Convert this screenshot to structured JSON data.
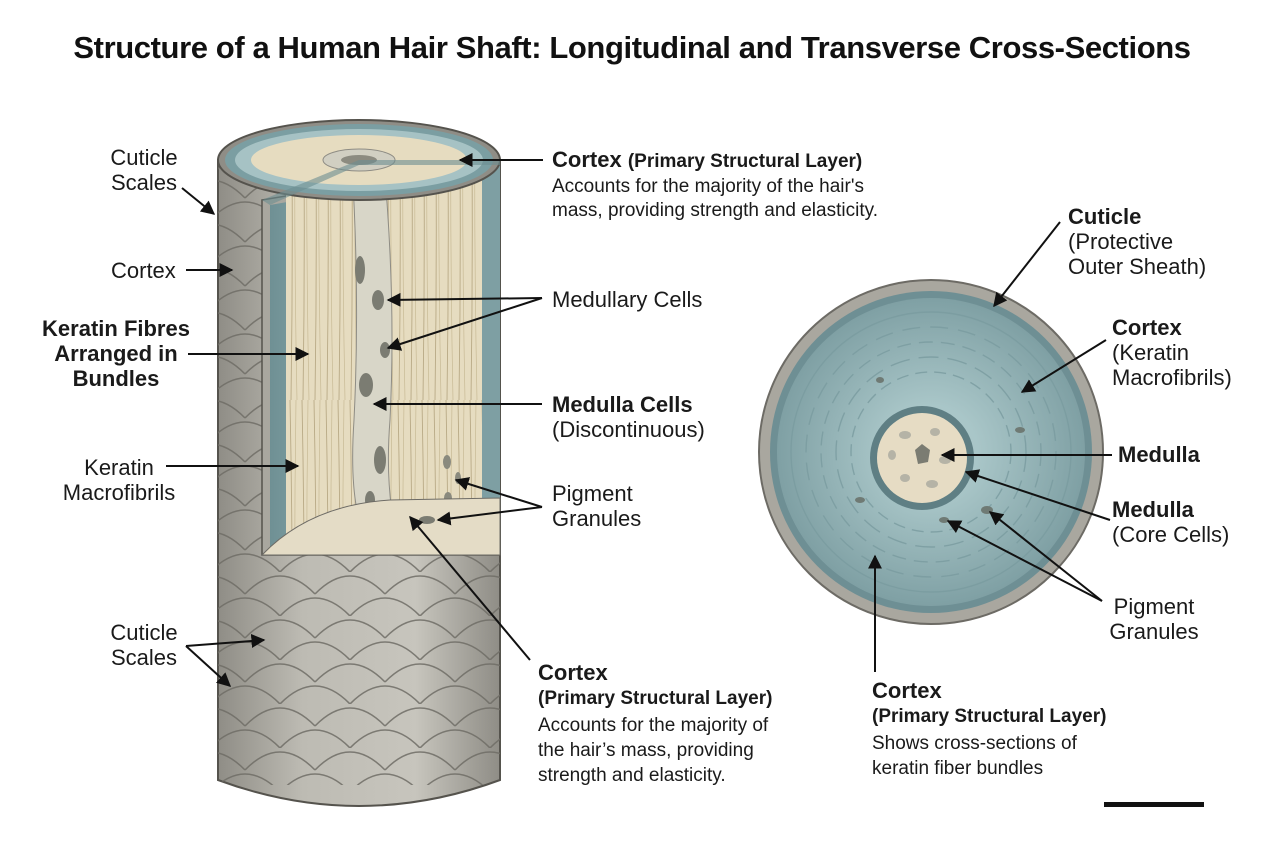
{
  "title": "Structure of a Human Hair Shaft: Longitudinal and Transverse Cross-Sections",
  "longitudinal": {
    "left_labels": {
      "cuticle_scales_top": [
        "Cuticle",
        "Scales"
      ],
      "cortex": "Cortex",
      "keratin_fibres": [
        "Keratin Fibres",
        "Arranged in",
        "Bundles"
      ],
      "keratin_macrofibrils": [
        "Keratin",
        "Macrofibrils"
      ],
      "cuticle_scales_bottom": [
        "Cuticle",
        "Scales"
      ]
    },
    "right_labels": {
      "cortex_top": {
        "heading": "Cortex",
        "subheading": "(Primary Structural Layer)",
        "desc": [
          "Accounts for the majority of the hair's",
          "mass, providing strength and elasticity."
        ]
      },
      "medullary_cells": "Medullary Cells",
      "medulla_cells": {
        "heading": "Medulla Cells",
        "sub": "(Discontinuous)"
      },
      "pigment_granules": [
        "Pigment",
        "Granules"
      ],
      "cortex_bottom": {
        "heading": "Cortex",
        "subheading": "(Primary Structural Layer)",
        "desc": [
          "Accounts for the majority of",
          "the hair’s mass, providing",
          "strength and elasticity."
        ]
      }
    }
  },
  "transverse": {
    "cuticle": {
      "heading": "Cuticle",
      "sub": [
        "(Protective",
        "Outer Sheath)"
      ]
    },
    "cortex": {
      "heading": "Cortex",
      "sub": [
        "(Keratin",
        "Macrofibrils)"
      ]
    },
    "medulla": "Medulla",
    "medulla_core": {
      "heading": "Medulla",
      "sub": "(Core Cells)"
    },
    "pigment_granules": [
      "Pigment",
      "Granules"
    ],
    "cortex_bottom": {
      "heading": "Cortex",
      "subheading": "(Primary Structural Layer)",
      "desc": [
        "Shows cross-sections of",
        "keratin fiber bundles"
      ]
    }
  },
  "colors": {
    "cuticle_gray": "#a9a79f",
    "scale_fill": "#c9c7bf",
    "cortex_blue": "#8fb0b3",
    "cortex_blue_dark": "#6e8f94",
    "fibre_cream": "#e6dcc0",
    "medulla_light": "#d8d6c8",
    "pigment": "#7b7c72"
  }
}
